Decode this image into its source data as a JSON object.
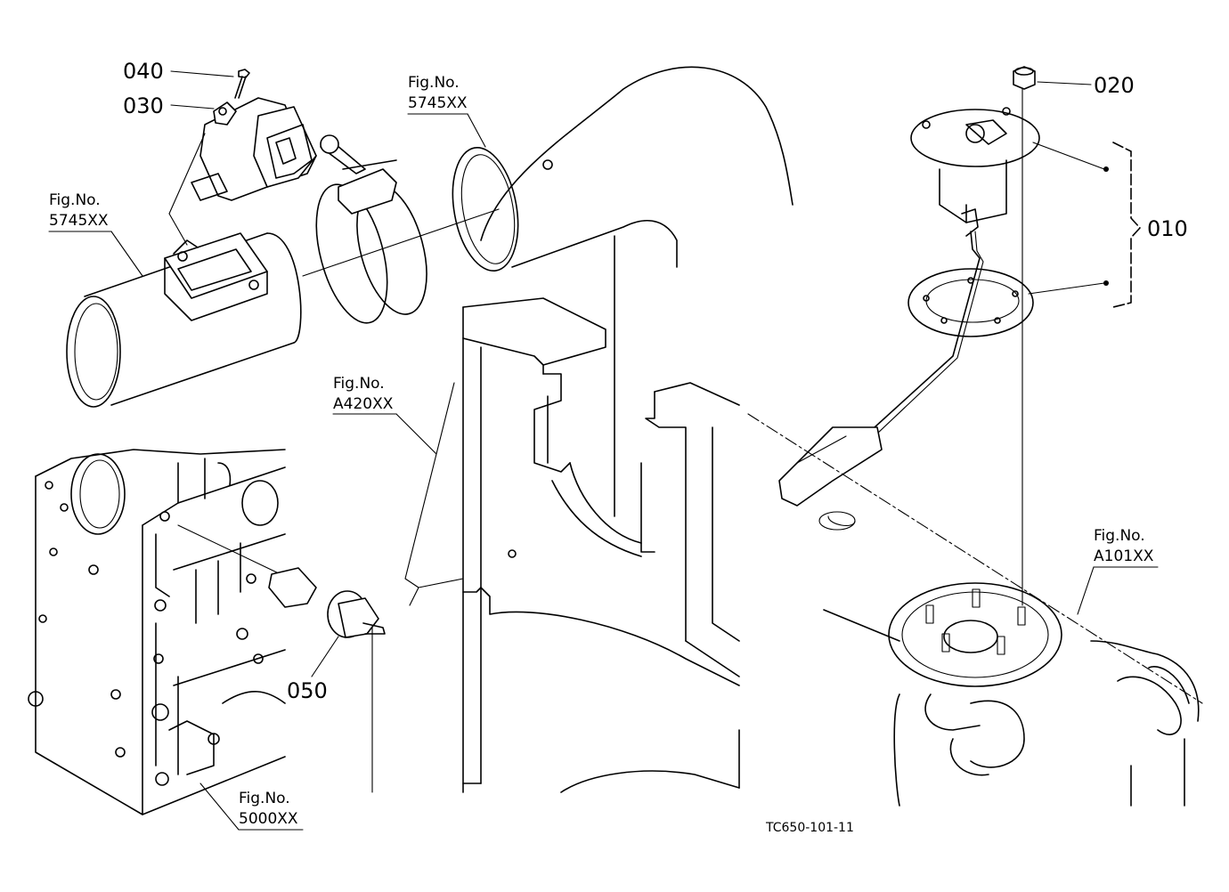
{
  "callouts": {
    "p040": "040",
    "p030": "030",
    "p020": "020",
    "p010": "010",
    "p050": "050"
  },
  "figrefs": {
    "fig_label": "Fig.No.",
    "ref_5745_left": "5745XX",
    "ref_5745_top": "5745XX",
    "ref_A420": "A420XX",
    "ref_A101": "A101XX",
    "ref_5000": "5000XX"
  },
  "drawing_code": "TC650-101-11"
}
